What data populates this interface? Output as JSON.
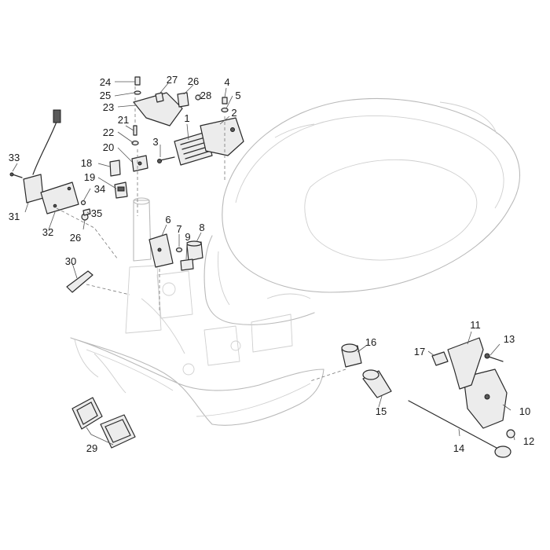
{
  "diagram": {
    "callouts": [
      {
        "id": "c1",
        "text": "1"
      },
      {
        "id": "c2",
        "text": "2"
      },
      {
        "id": "c3",
        "text": "3"
      },
      {
        "id": "c4",
        "text": "4"
      },
      {
        "id": "c5",
        "text": "5"
      },
      {
        "id": "c6",
        "text": "6"
      },
      {
        "id": "c7",
        "text": "7"
      },
      {
        "id": "c8",
        "text": "8"
      },
      {
        "id": "c9",
        "text": "9"
      },
      {
        "id": "c10",
        "text": "10"
      },
      {
        "id": "c11",
        "text": "11"
      },
      {
        "id": "c12",
        "text": "12"
      },
      {
        "id": "c13",
        "text": "13"
      },
      {
        "id": "c14",
        "text": "14"
      },
      {
        "id": "c15",
        "text": "15"
      },
      {
        "id": "c16",
        "text": "16"
      },
      {
        "id": "c17",
        "text": "17"
      },
      {
        "id": "c18",
        "text": "18"
      },
      {
        "id": "c19",
        "text": "19"
      },
      {
        "id": "c20",
        "text": "20"
      },
      {
        "id": "c21",
        "text": "21"
      },
      {
        "id": "c22",
        "text": "22"
      },
      {
        "id": "c23",
        "text": "23"
      },
      {
        "id": "c24",
        "text": "24"
      },
      {
        "id": "c25",
        "text": "25"
      },
      {
        "id": "c26a",
        "text": "26"
      },
      {
        "id": "c26b",
        "text": "26"
      },
      {
        "id": "c27",
        "text": "27"
      },
      {
        "id": "c28",
        "text": "28"
      },
      {
        "id": "c29",
        "text": "29"
      },
      {
        "id": "c30",
        "text": "30"
      },
      {
        "id": "c31",
        "text": "31"
      },
      {
        "id": "c32",
        "text": "32"
      },
      {
        "id": "c33",
        "text": "33"
      },
      {
        "id": "c34",
        "text": "34"
      },
      {
        "id": "c35",
        "text": "35"
      }
    ]
  }
}
